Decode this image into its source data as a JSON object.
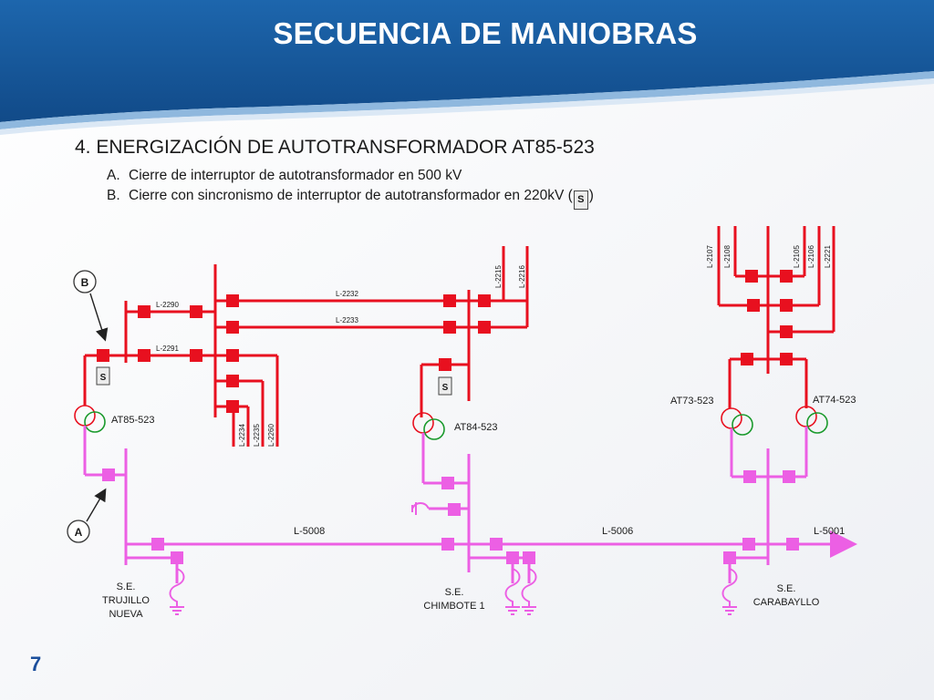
{
  "slide": {
    "title": "SECUENCIA DE MANIOBRAS",
    "page_number": "7"
  },
  "section": {
    "heading": "4. ENERGIZACIÓN DE AUTOTRANSFORMADOR AT85-523",
    "steps": [
      {
        "letter": "A.",
        "text": "Cierre de interruptor de autotransformador en 500 kV"
      },
      {
        "letter": "B.",
        "text_before": "Cierre con sincronismo de interruptor de autotransformador en 220kV (",
        "symbol": "S",
        "text_after": ")"
      }
    ]
  },
  "diagram": {
    "callouts": {
      "a": "A",
      "b": "B"
    },
    "sync_symbol": "S",
    "transformers": {
      "at85": "AT85-523",
      "at84": "AT84-523",
      "at73": "AT73-523",
      "at74": "AT74-523"
    },
    "lines_220": {
      "l2290": "L-2290",
      "l2291": "L-2291",
      "l2232": "L-2232",
      "l2233": "L-2233",
      "l2234": "L-2234",
      "l2235": "L-2235",
      "l2260": "L-2260",
      "l2215": "L-2215",
      "l2216": "L-2216",
      "l2107": "L-2107",
      "l2108": "L-2108",
      "l2105": "L-2105",
      "l2106": "L-2106",
      "l2221": "L-2221"
    },
    "lines_500": {
      "l5008": "L-5008",
      "l5006": "L-5006",
      "l5001": "L-5001"
    },
    "substations": {
      "trujillo": [
        "S.E.",
        "TRUJILLO",
        "NUEVA"
      ],
      "chimbote": [
        "S.E.",
        "CHIMBOTE 1"
      ],
      "carabayllo": [
        "S.E.",
        "CARABAYLLO"
      ]
    },
    "colors": {
      "kv220": "#e8101f",
      "kv500": "#ec5fe4",
      "tr_secondary": "#1a9a2c",
      "banner": "#1b5fa6",
      "text": "#1a1a1a"
    }
  }
}
